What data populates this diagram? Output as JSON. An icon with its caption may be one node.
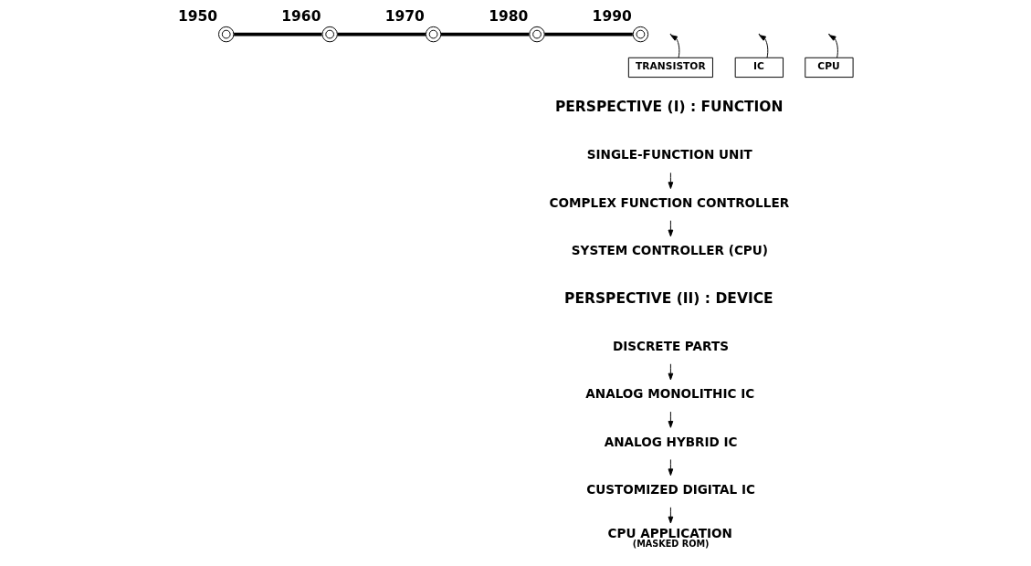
{
  "diagram": {
    "nodes": [
      {
        "text": [
          "1950"
        ]
      },
      {
        "text": [
          "1960"
        ]
      },
      {
        "text": [
          "1970"
        ]
      },
      {
        "text": [
          "1980"
        ]
      },
      {
        "text": [
          "1990"
        ]
      },
      {
        "text": [
          "TRANSISTOR"
        ]
      },
      {
        "text": [
          "IC"
        ]
      },
      {
        "text": [
          "CPU"
        ]
      },
      {
        "text": [
          "SINGLE-FUNCTION UNIT"
        ]
      },
      {
        "text": [
          "COMPLEX FUNCTION CONTROLLER"
        ]
      },
      {
        "text": [
          "SYSTEM CONTROLLER (CPU)"
        ]
      },
      {
        "text": [
          "DISCRETE PARTS"
        ]
      },
      {
        "text": [
          "ANALOG MONOLITHIC IC"
        ]
      },
      {
        "text": [
          "ANALOG HYBRID IC"
        ]
      },
      {
        "text": [
          "CUSTOMIZED DIGITAL IC"
        ]
      },
      {
        "text": [
          "CPU APPLICATION",
          "(MASKED ROM)"
        ]
      }
    ],
    "edges": [
      {
        "from": 0,
        "to": 1,
        "arrow": "none",
        "style": "thick"
      },
      {
        "from": 1,
        "to": 2,
        "arrow": "none",
        "style": "thick"
      },
      {
        "from": 2,
        "to": 3,
        "arrow": "none",
        "style": "thick"
      },
      {
        "from": 3,
        "to": 4,
        "arrow": "none",
        "style": "thick"
      },
      {
        "from": 5,
        "to": null,
        "arrow": "to"
      },
      {
        "from": 6,
        "to": null,
        "arrow": "to"
      },
      {
        "from": 7,
        "to": null,
        "arrow": "to"
      },
      {
        "from": 8,
        "to": 9,
        "arrow": "to"
      },
      {
        "from": 9,
        "to": 10,
        "arrow": "to"
      },
      {
        "from": 11,
        "to": 12,
        "arrow": "to"
      },
      {
        "from": 12,
        "to": 13,
        "arrow": "to"
      },
      {
        "from": 13,
        "to": 14,
        "arrow": "to"
      },
      {
        "from": 14,
        "to": 15,
        "arrow": "to"
      }
    ],
    "labels": [
      "PERSPECTIVE (I) : FUNCTION",
      "PERSPECTIVE (II) : DEVICE"
    ]
  }
}
